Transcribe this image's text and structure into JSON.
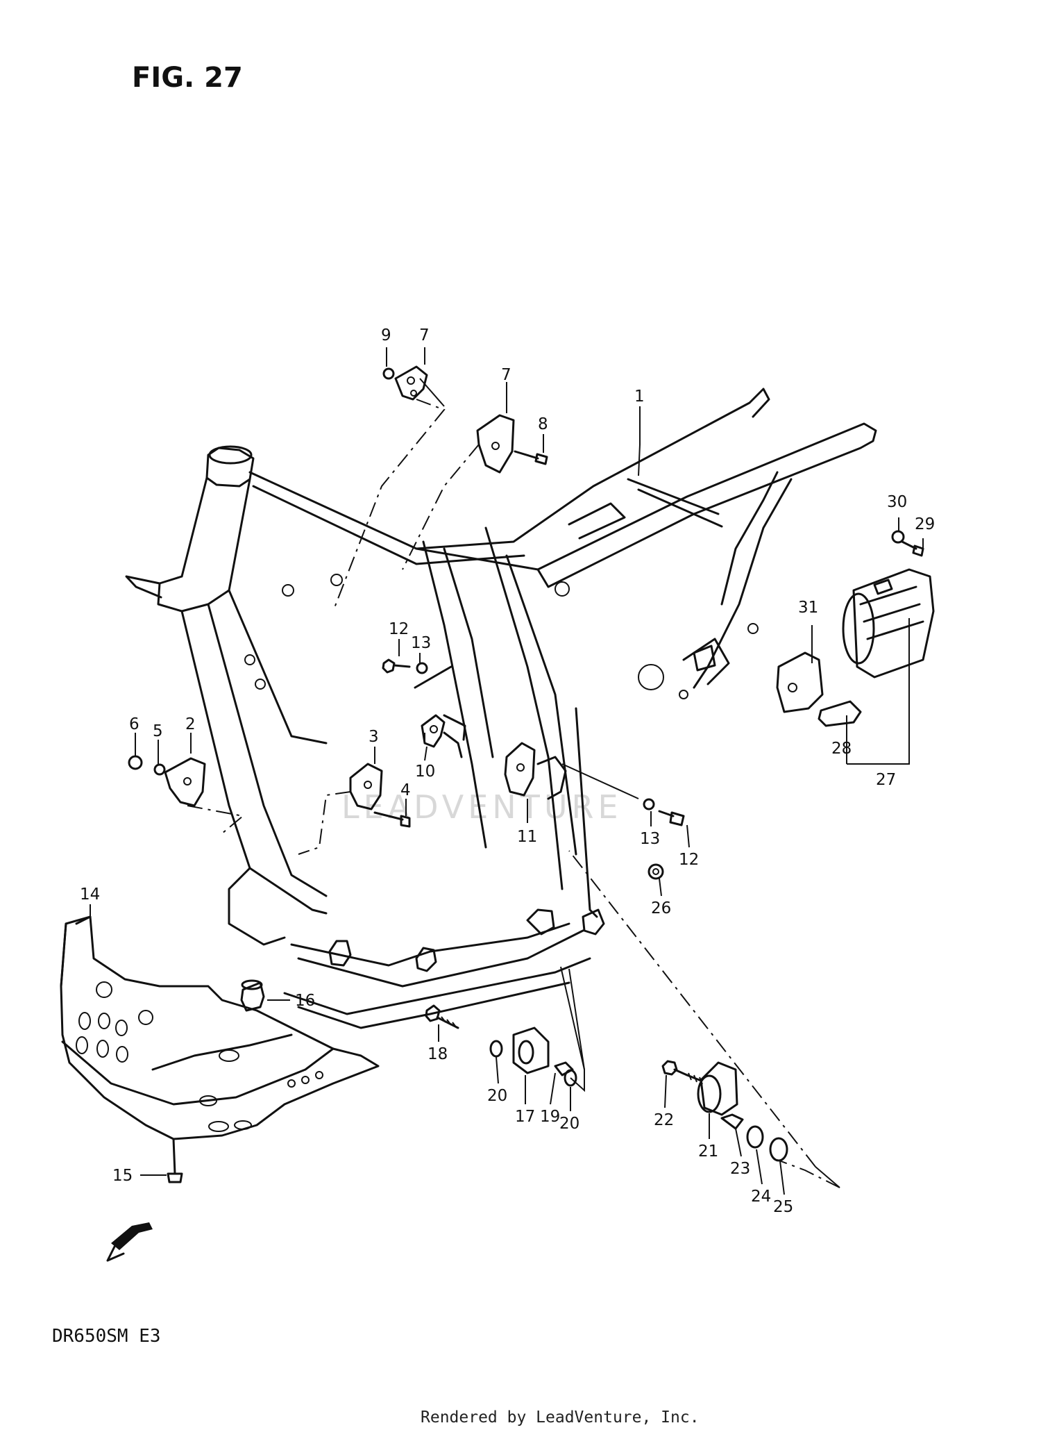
{
  "figure": {
    "title": "FIG. 27",
    "model_code": "DR650SM  E3"
  },
  "footer": {
    "rendered_by": "Rendered by LeadVenture, Inc."
  },
  "watermark": {
    "text": "LEADVENTURE"
  },
  "callouts": [
    {
      "id": "c9",
      "label": "9"
    },
    {
      "id": "c7a",
      "label": "7"
    },
    {
      "id": "c7b",
      "label": "7"
    },
    {
      "id": "c8",
      "label": "8"
    },
    {
      "id": "c1",
      "label": "1"
    },
    {
      "id": "c30",
      "label": "30"
    },
    {
      "id": "c29",
      "label": "29"
    },
    {
      "id": "c31",
      "label": "31"
    },
    {
      "id": "c12a",
      "label": "12"
    },
    {
      "id": "c13a",
      "label": "13"
    },
    {
      "id": "c6",
      "label": "6"
    },
    {
      "id": "c5",
      "label": "5"
    },
    {
      "id": "c2",
      "label": "2"
    },
    {
      "id": "c3",
      "label": "3"
    },
    {
      "id": "c10",
      "label": "10"
    },
    {
      "id": "c28",
      "label": "28"
    },
    {
      "id": "c27",
      "label": "27"
    },
    {
      "id": "c4",
      "label": "4"
    },
    {
      "id": "c11",
      "label": "11"
    },
    {
      "id": "c13b",
      "label": "13"
    },
    {
      "id": "c12b",
      "label": "12"
    },
    {
      "id": "c14",
      "label": "14"
    },
    {
      "id": "c26",
      "label": "26"
    },
    {
      "id": "c16",
      "label": "16"
    },
    {
      "id": "c18",
      "label": "18"
    },
    {
      "id": "c20a",
      "label": "20"
    },
    {
      "id": "c17",
      "label": "17"
    },
    {
      "id": "c19",
      "label": "19"
    },
    {
      "id": "c20b",
      "label": "20"
    },
    {
      "id": "c22",
      "label": "22"
    },
    {
      "id": "c21",
      "label": "21"
    },
    {
      "id": "c23",
      "label": "23"
    },
    {
      "id": "c24",
      "label": "24"
    },
    {
      "id": "c25",
      "label": "25"
    },
    {
      "id": "c15",
      "label": "15"
    }
  ]
}
